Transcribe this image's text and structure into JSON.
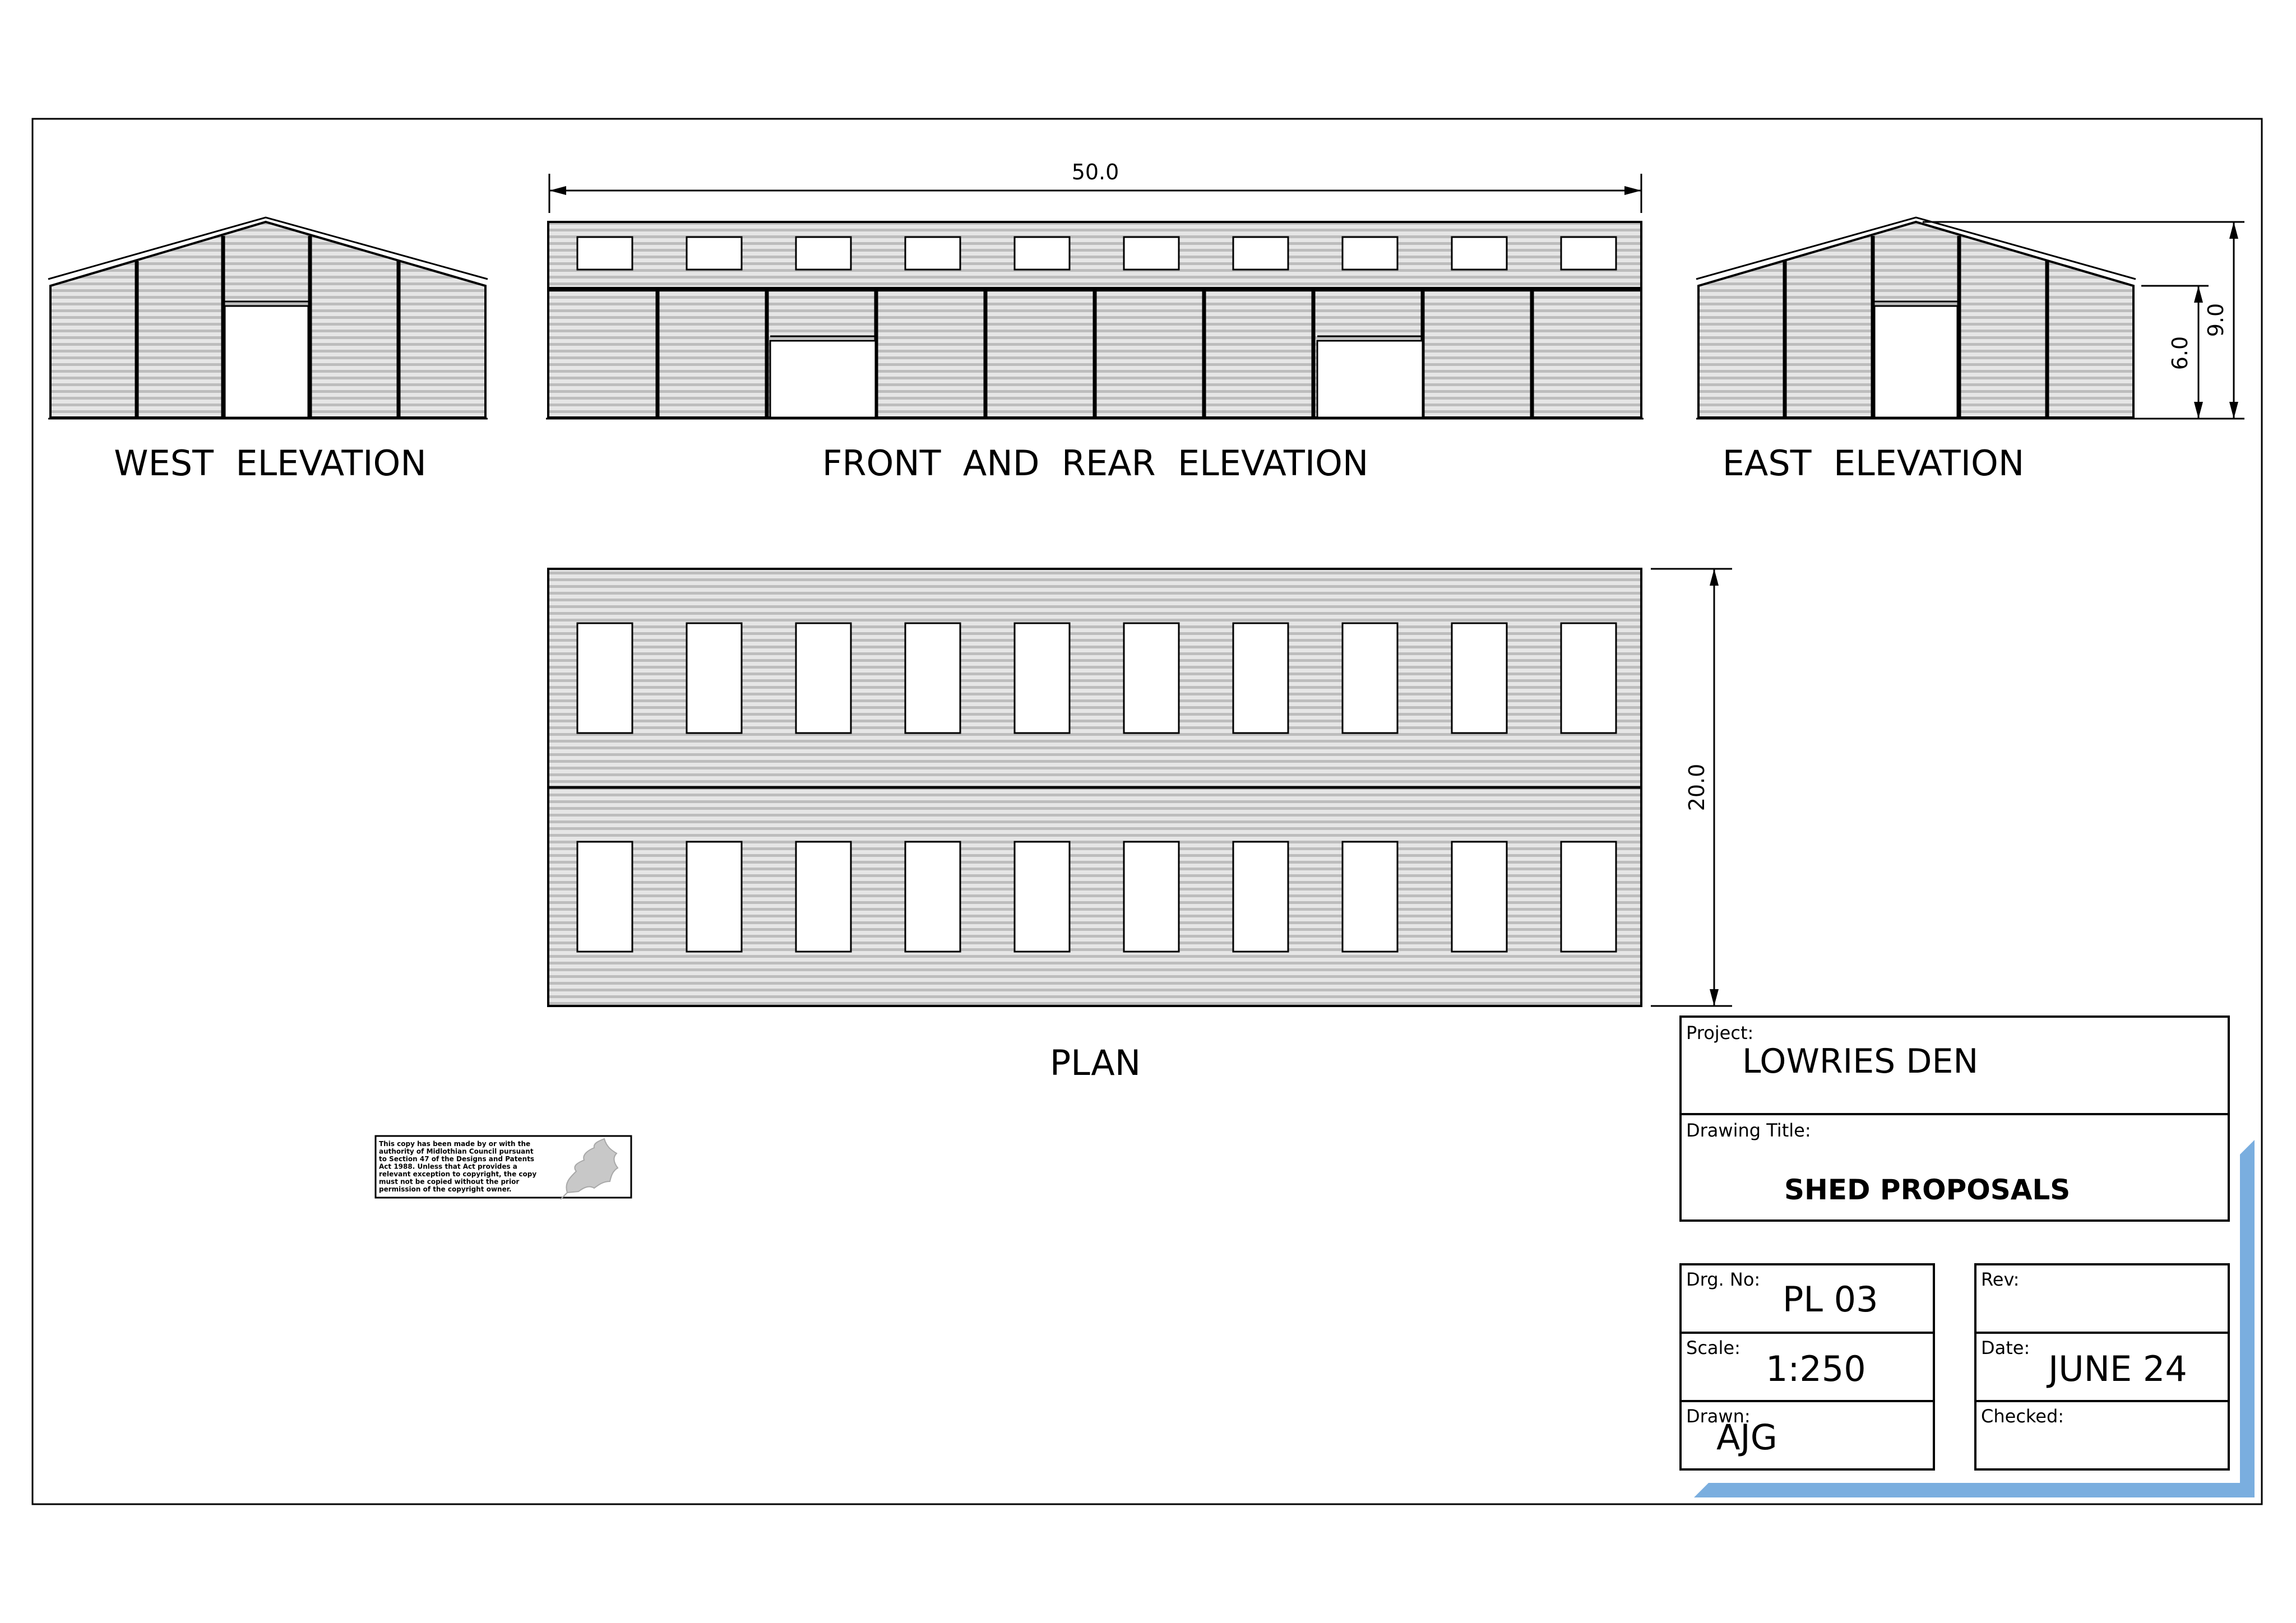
{
  "views": {
    "west_label": "WEST  ELEVATION",
    "front_label": "FRONT  AND  REAR  ELEVATION",
    "east_label": "EAST  ELEVATION",
    "plan_label": "PLAN"
  },
  "dimensions": {
    "length": "50.0",
    "width": "20.0",
    "ridge_height": "9.0",
    "eaves_height": "6.0"
  },
  "title_block": {
    "project_label": "Project:",
    "project": "LOWRIES DEN",
    "drawing_title_label": "Drawing Title:",
    "drawing_title": "SHED PROPOSALS",
    "drg_no_label": "Drg. No:",
    "drg_no": "PL 03",
    "rev_label": "Rev:",
    "rev": "",
    "scale_label": "Scale:",
    "scale": "1:250",
    "date_label": "Date:",
    "date": "JUNE 24",
    "drawn_label": "Drawn:",
    "drawn": "AJG",
    "checked_label": "Checked:",
    "checked": ""
  },
  "copyright_notice": [
    "This copy has been made by or with the",
    "authority of Midlothian Council pursuant",
    "to Section 47 of the Designs and Patents",
    "Act 1988. Unless that Act provides a",
    "relevant exception to copyright, the copy",
    "must not be copied without the prior",
    "permission of the copyright owner."
  ],
  "colors": {
    "line": "#000000",
    "cladding": "#bdbdbd",
    "accent": "#7aaedf"
  }
}
